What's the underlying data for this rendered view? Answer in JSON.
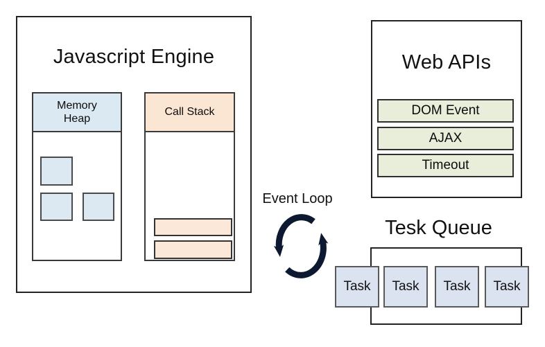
{
  "engine": {
    "title": "Javascript Engine",
    "memory_heap_label": "Memory Heap",
    "call_stack_label": "Call Stack",
    "heap_block_count": 3,
    "stack_frame_count": 2
  },
  "web_apis": {
    "title": "Web APIs",
    "items": [
      "DOM Event",
      "AJAX",
      "Timeout"
    ]
  },
  "event_loop": {
    "label": "Event Loop"
  },
  "task_queue": {
    "title": "Tesk Queue",
    "tasks": [
      "Task",
      "Task",
      "Task",
      "Task"
    ]
  },
  "colors": {
    "heap_fill": "#dbe9f3",
    "heap_block_fill": "#dce9f2",
    "call_stack_fill": "#fbe6d4",
    "stack_frame_fill": "#fbe8d8",
    "web_api_fill": "#e9eeda",
    "task_fill": "#dbe3f0",
    "outline": "#222222",
    "event_loop_icon": "#0d1930",
    "background": "#ffffff"
  }
}
